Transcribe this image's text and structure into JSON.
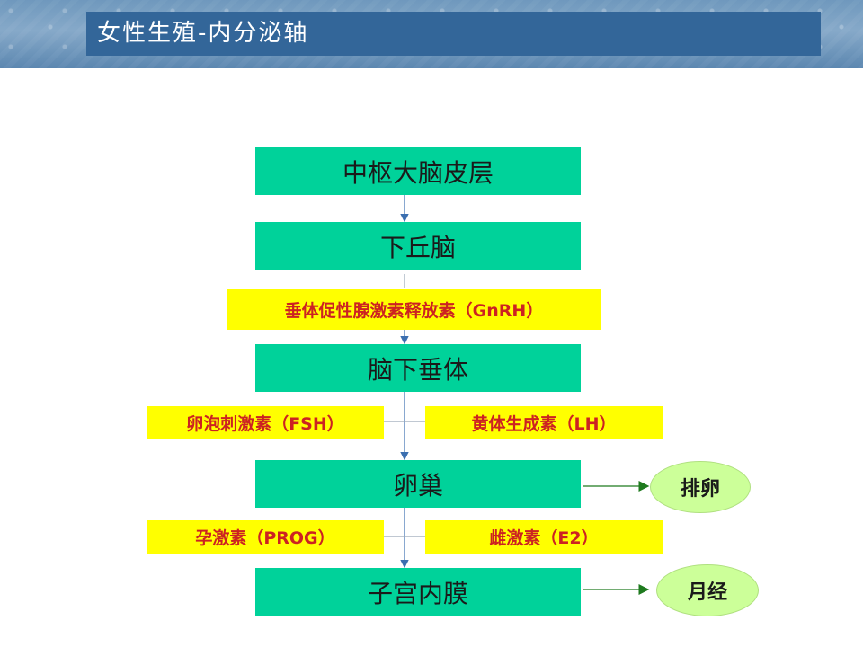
{
  "slide": {
    "title": "女性生殖-内分泌轴"
  },
  "flow": {
    "cortex": "中枢大脑皮层",
    "hypothalamus": "下丘脑",
    "gnrh": "垂体促性腺激素释放素（GnRH）",
    "pituitary": "脑下垂体",
    "fsh": "卵泡刺激素（FSH）",
    "lh": "黄体生成素（LH）",
    "ovary": "卵巢",
    "prog": "孕激素（PROG）",
    "e2": "雌激素（E2）",
    "endometrium": "子宫内膜"
  },
  "outcomes": {
    "ovulation": "排卵",
    "menstruation": "月经"
  },
  "colors": {
    "banner": "#336699",
    "main_box": "#00d29a",
    "hormone_box": "#ffff00",
    "hormone_text": "#cc2222",
    "outcome_oval": "#ccff99",
    "connector": "#3b6fb0",
    "outcome_arrow": "#1e7a1e"
  }
}
